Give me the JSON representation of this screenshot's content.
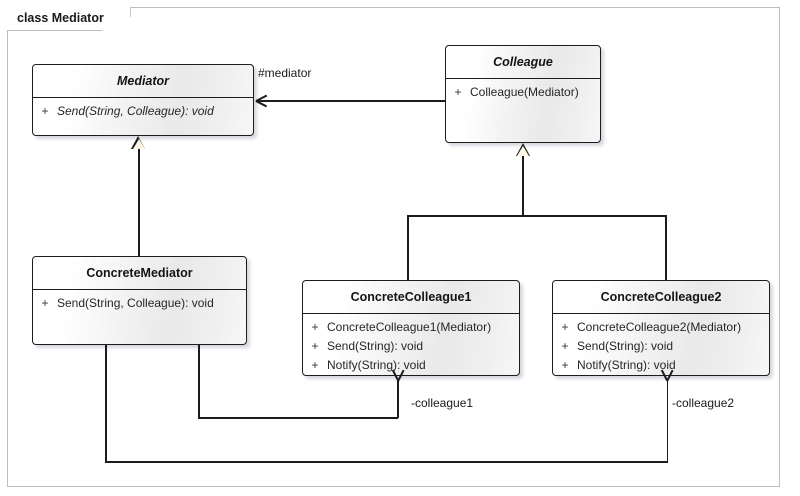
{
  "diagram": {
    "frame_label": "class Mediator",
    "type": "uml-class-diagram"
  },
  "classes": [
    {
      "id": "mediator",
      "name": "Mediator",
      "abstract": true,
      "members": [
        {
          "visibility": "+",
          "signature": "Send(String, Colleague): void",
          "abstract": true
        }
      ]
    },
    {
      "id": "colleague",
      "name": "Colleague",
      "abstract": true,
      "members": [
        {
          "visibility": "+",
          "signature": "Colleague(Mediator)",
          "abstract": false
        }
      ]
    },
    {
      "id": "concrete-mediator",
      "name": "ConcreteMediator",
      "abstract": false,
      "members": [
        {
          "visibility": "+",
          "signature": "Send(String, Colleague): void",
          "abstract": false
        }
      ]
    },
    {
      "id": "concrete-colleague-1",
      "name": "ConcreteColleague1",
      "abstract": false,
      "members": [
        {
          "visibility": "+",
          "signature": "ConcreteColleague1(Mediator)",
          "abstract": false
        },
        {
          "visibility": "+",
          "signature": "Send(String): void",
          "abstract": false
        },
        {
          "visibility": "+",
          "signature": "Notify(String): void",
          "abstract": false
        }
      ]
    },
    {
      "id": "concrete-colleague-2",
      "name": "ConcreteColleague2",
      "abstract": false,
      "members": [
        {
          "visibility": "+",
          "signature": "ConcreteColleague2(Mediator)",
          "abstract": false
        },
        {
          "visibility": "+",
          "signature": "Send(String): void",
          "abstract": false
        },
        {
          "visibility": "+",
          "signature": "Notify(String): void",
          "abstract": false
        }
      ]
    }
  ],
  "relationships": [
    {
      "id": "rel-mediator-assoc",
      "kind": "association",
      "from": "colleague",
      "to": "mediator",
      "label": "#mediator"
    },
    {
      "id": "rel-gen-mediator",
      "kind": "generalization",
      "from": "concrete-mediator",
      "to": "mediator",
      "label": ""
    },
    {
      "id": "rel-gen-colleague-1",
      "kind": "generalization",
      "from": "concrete-colleague-1",
      "to": "colleague",
      "label": ""
    },
    {
      "id": "rel-gen-colleague-2",
      "kind": "generalization",
      "from": "concrete-colleague-2",
      "to": "colleague",
      "label": ""
    },
    {
      "id": "rel-colleague1-assoc",
      "kind": "association",
      "from": "concrete-mediator",
      "to": "concrete-colleague-1",
      "label": "-colleague1"
    },
    {
      "id": "rel-colleague2-assoc",
      "kind": "association",
      "from": "concrete-mediator",
      "to": "concrete-colleague-2",
      "label": "-colleague2"
    }
  ],
  "colors": {
    "line": "#1c1c1c",
    "frame_border": "#bdbdbd",
    "triangle_fill": "#fdf6e3",
    "text": "#1a1a1a",
    "background": "#ffffff"
  }
}
